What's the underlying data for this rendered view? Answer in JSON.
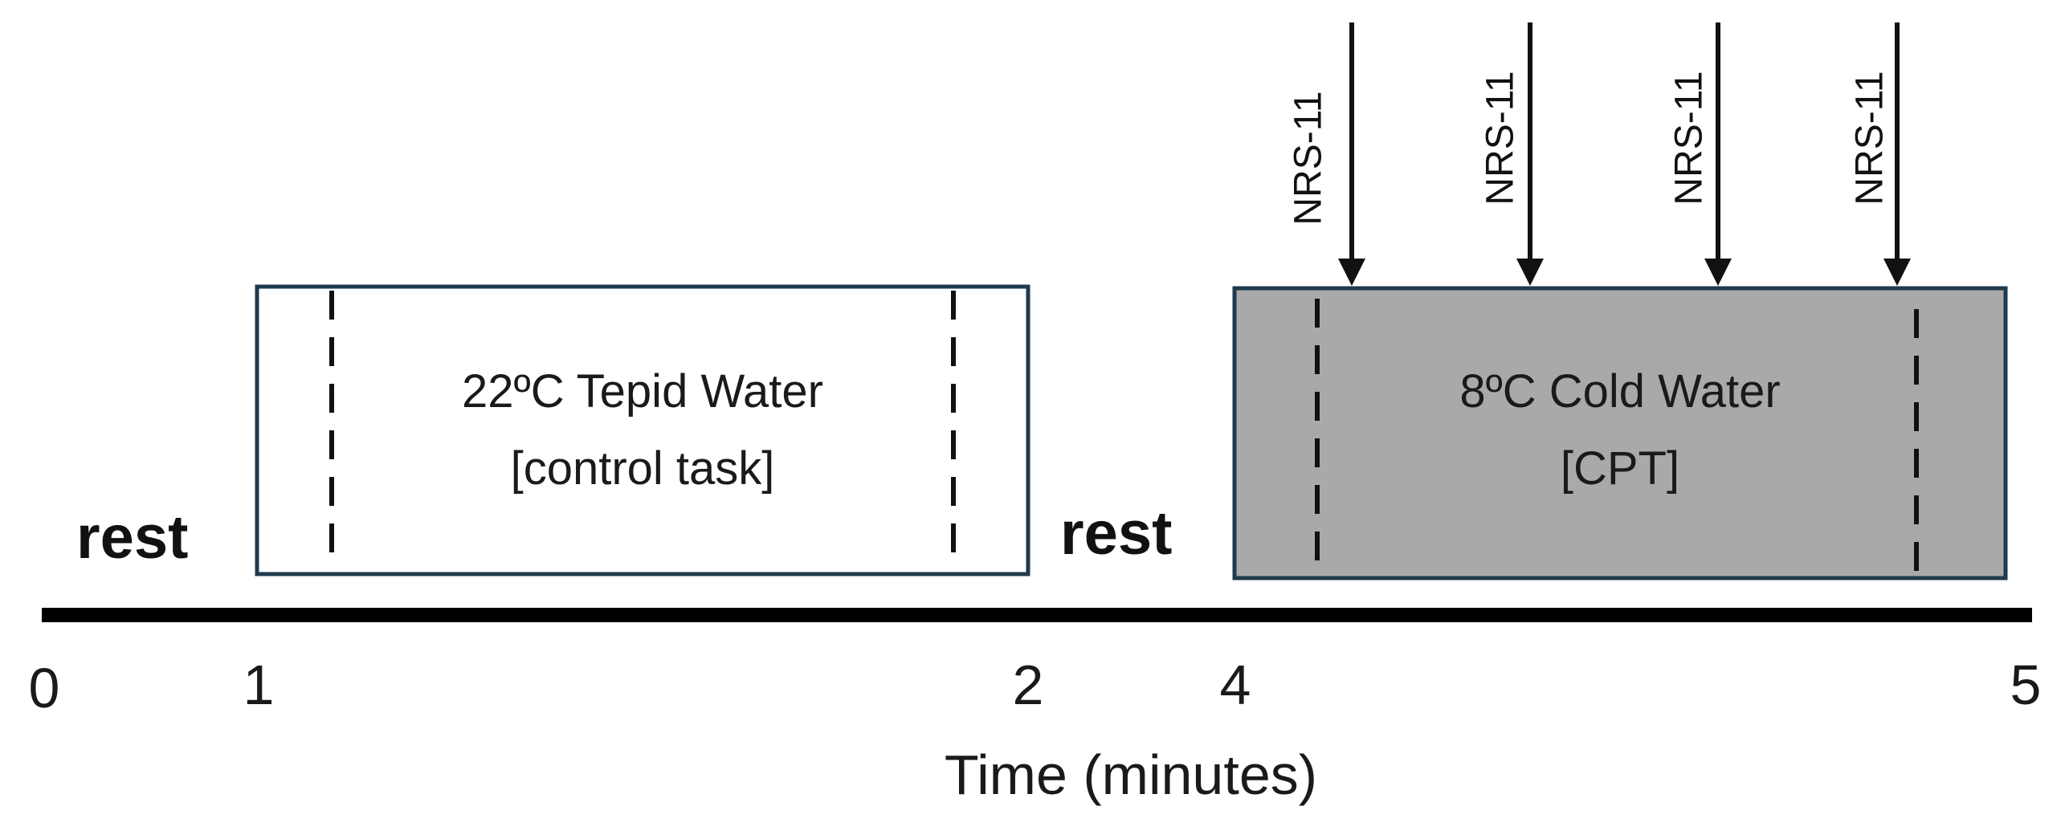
{
  "axis": {
    "title": "Time (minutes)",
    "ticks": [
      "0",
      "1",
      "2",
      "4",
      "5"
    ]
  },
  "rest_labels": [
    "rest",
    "rest"
  ],
  "phases": [
    {
      "id": "tepid",
      "line1": "22ºC Tepid Water",
      "line2": "[control task]",
      "fill": "#ffffff",
      "border": "#1f3a4d"
    },
    {
      "id": "cold",
      "line1": "8ºC Cold Water",
      "line2": "[CPT]",
      "fill": "#a9a9a9",
      "border": "#1f3a4d"
    }
  ],
  "markers": [
    "NRS-11",
    "NRS-11",
    "NRS-11",
    "NRS-11"
  ],
  "colors": {
    "axis_line": "#000000",
    "arrow": "#111111",
    "dash": "#111111"
  }
}
